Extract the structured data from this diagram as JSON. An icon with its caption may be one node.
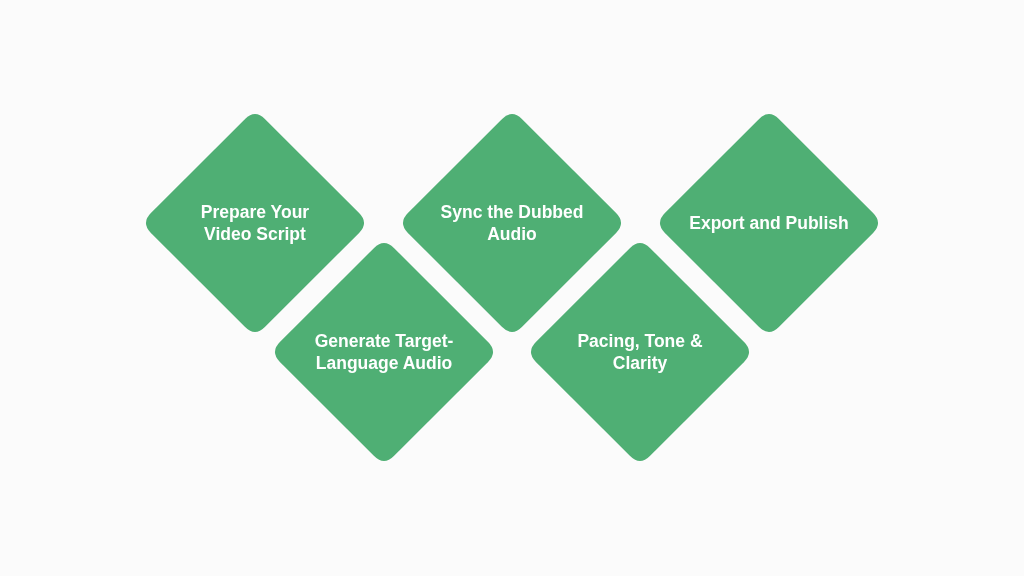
{
  "diagram": {
    "nodes": [
      {
        "text": [
          "Prepare Your Video Script"
        ]
      },
      {
        "text": [
          "Generate Target-Language Audio"
        ]
      },
      {
        "text": [
          "Sync the Dubbed Audio"
        ]
      },
      {
        "text": [
          "Pacing, Tone & Clarity"
        ]
      },
      {
        "text": [
          "Export and Publish"
        ]
      }
    ]
  }
}
